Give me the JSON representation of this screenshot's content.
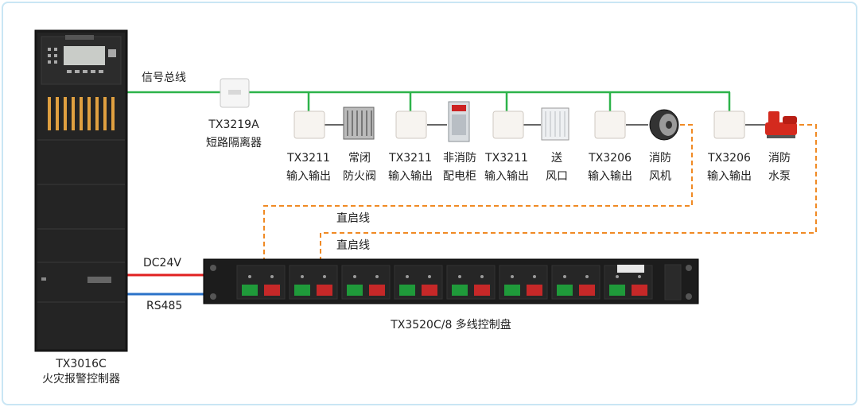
{
  "diagram": {
    "bus_label": "信号总线",
    "controller": {
      "model": "TX3016C",
      "name": "火灾报警控制器"
    },
    "isolator": {
      "model": "TX3219A",
      "name": "短路隔离器"
    },
    "modules": [
      {
        "model": "TX3211",
        "name": "输入输出",
        "device_line1": "常闭",
        "device_line2": "防火阀"
      },
      {
        "model": "TX3211",
        "name": "输入输出",
        "device_line1": "非消防",
        "device_line2": "配电柜"
      },
      {
        "model": "TX3211",
        "name": "输入输出",
        "device_line1": "送",
        "device_line2": "风口"
      },
      {
        "model": "TX3206",
        "name": "输入输出",
        "device_line1": "消防",
        "device_line2": "风机"
      },
      {
        "model": "TX3206",
        "name": "输入输出",
        "device_line1": "消防",
        "device_line2": "水泵"
      }
    ],
    "direct_line_label_1": "直启线",
    "direct_line_label_2": "直启线",
    "power_label": "DC24V",
    "comm_label": "RS485",
    "panel_label": "TX3520C/8  多线控制盘",
    "colors": {
      "bus": "#2db34a",
      "direct_line": "#f08a24",
      "power": "#e02020",
      "comm": "#2a72c8",
      "frame": "#c9e6f4"
    }
  }
}
